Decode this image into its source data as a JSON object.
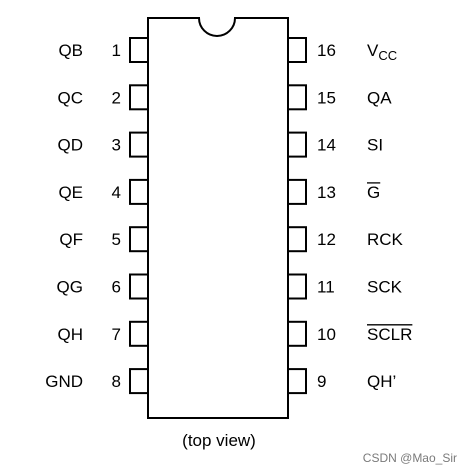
{
  "package": {
    "caption": "(top view)",
    "left_pins": [
      {
        "number": "1",
        "name": "QB",
        "overline": false
      },
      {
        "number": "2",
        "name": "QC",
        "overline": false
      },
      {
        "number": "3",
        "name": "QD",
        "overline": false
      },
      {
        "number": "4",
        "name": "QE",
        "overline": false
      },
      {
        "number": "5",
        "name": "QF",
        "overline": false
      },
      {
        "number": "6",
        "name": "QG",
        "overline": false
      },
      {
        "number": "7",
        "name": "QH",
        "overline": false
      },
      {
        "number": "8",
        "name": "GND",
        "overline": false
      }
    ],
    "right_pins": [
      {
        "number": "16",
        "name": "V",
        "subscript": "CC",
        "overline": false
      },
      {
        "number": "15",
        "name": "QA",
        "overline": false
      },
      {
        "number": "14",
        "name": "SI",
        "overline": false
      },
      {
        "number": "13",
        "name": "G",
        "overline": true
      },
      {
        "number": "12",
        "name": "RCK",
        "overline": false
      },
      {
        "number": "11",
        "name": "SCK",
        "overline": false
      },
      {
        "number": "10",
        "name": "SCLR",
        "overline": true
      },
      {
        "number": "9",
        "name": "QH’",
        "overline": false
      }
    ]
  },
  "watermark": "CSDN @Mao_Sir",
  "colors": {
    "line": "#000000",
    "watermark": "#7a7a7a"
  }
}
